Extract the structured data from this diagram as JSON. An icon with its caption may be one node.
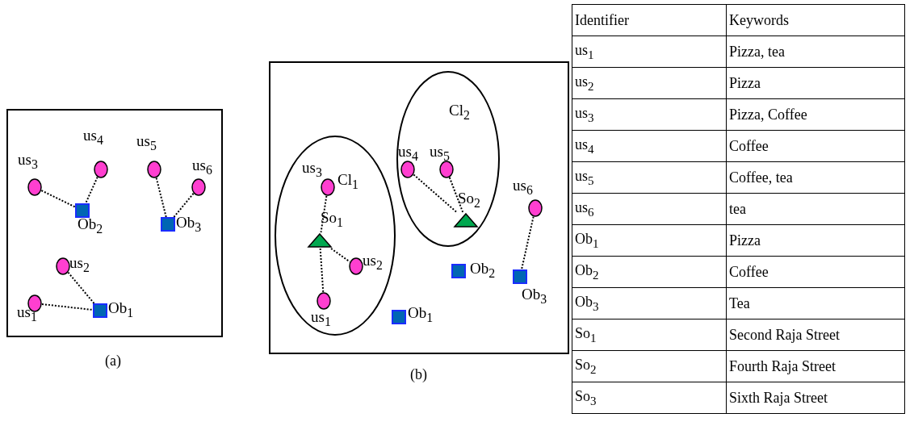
{
  "diagram": {
    "nodes": [
      {
        "text": [
          "us$_{3}$"
        ]
      },
      {
        "text": [
          "us$_{4}$"
        ]
      },
      {
        "text": [
          "us$_{5}$"
        ]
      },
      {
        "text": [
          "us$_{6}$"
        ]
      },
      {
        "text": [
          "Ob$_{2}$"
        ]
      },
      {
        "text": [
          "Ob$_{3}$"
        ]
      },
      {
        "text": [
          "us$_{2}$"
        ]
      },
      {
        "text": [
          "us$_{1}$"
        ]
      },
      {
        "text": [
          "Ob$_{1}$"
        ]
      },
      {
        "text": [
          "Cl$_{2}$"
        ]
      },
      {
        "text": [
          "us$_{4}$"
        ],
        "in": 9
      },
      {
        "text": [
          "us$_{5}$"
        ],
        "in": 9
      },
      {
        "text": [
          "So$_{2}$"
        ],
        "in": 9
      },
      {
        "text": [
          "Cl$_{1}$"
        ]
      },
      {
        "text": [
          "us$_{3}$"
        ],
        "in": 13
      },
      {
        "text": [
          "So$_{1}$"
        ],
        "in": 13
      },
      {
        "text": [
          "us$_{2}$"
        ],
        "in": 13
      },
      {
        "text": [
          "us$_{1}$"
        ],
        "in": 13
      },
      {
        "text": [
          "us$_{6}$"
        ]
      },
      {
        "text": [
          "Ob$_{2}$"
        ]
      },
      {
        "text": [
          "Ob$_{3}$"
        ]
      },
      {
        "text": [
          "Ob$_{1}$"
        ]
      }
    ],
    "edges": [
      {
        "from": 0,
        "to": 4,
        "arrow": "none"
      },
      {
        "from": 1,
        "to": 4,
        "arrow": "none"
      },
      {
        "from": 2,
        "to": 5,
        "arrow": "none"
      },
      {
        "from": 3,
        "to": 5,
        "arrow": "none"
      },
      {
        "from": 6,
        "to": 8,
        "arrow": "none"
      },
      {
        "from": 7,
        "to": 8,
        "arrow": "none"
      },
      {
        "from": 10,
        "to": 12,
        "arrow": "none"
      },
      {
        "from": 11,
        "to": 12,
        "arrow": "none"
      },
      {
        "from": 14,
        "to": 15,
        "arrow": "none"
      },
      {
        "from": 15,
        "to": 16,
        "arrow": "none"
      },
      {
        "from": 15,
        "to": 17,
        "arrow": "none"
      },
      {
        "from": 18,
        "to": 20,
        "arrow": "none"
      }
    ],
    "labels": [
      "(a)",
      "(b)",
      "Identifier",
      "Keywords",
      "us$_{1}$",
      "Pizza, tea",
      "us$_{2}$",
      "Pizza",
      "us$_{3}$",
      "Pizza, Coffee",
      "us$_{4}$",
      "Coffee",
      "us$_{5}$",
      "Coffee, tea",
      "us$_{6}$",
      "tea",
      "Ob$_{1}$",
      "Pizza",
      "Ob$_{2}$",
      "Coffee",
      "Ob$_{3}$",
      "Tea",
      "So$_{1}$",
      "Second Raja Street",
      "So$_{2}$",
      "Fourth Raja Street",
      "So$_{3}$",
      "Sixth Raja Street"
    ]
  }
}
